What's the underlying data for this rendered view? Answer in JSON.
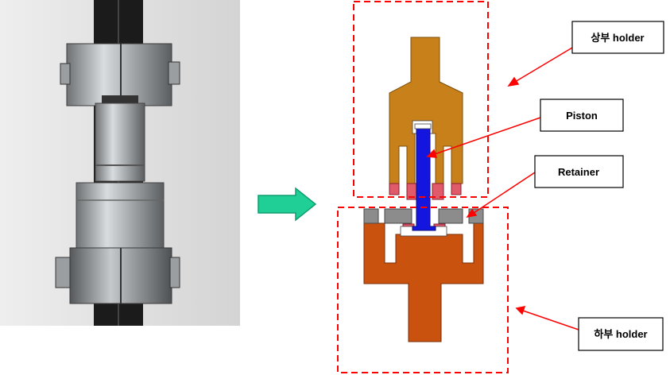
{
  "labels": {
    "upper_holder": "상부 holder",
    "piston": "Piston",
    "retainer": "Retainer",
    "lower_holder": "하부 holder"
  },
  "colors": {
    "upper_holder": "#c8811a",
    "lower_holder": "#c8520e",
    "piston": "#1515e0",
    "retainer": "#e05a6a",
    "grey_part": "#8c8c8c",
    "dashed_box": "#ff0000",
    "arrow": "#1fcf96"
  }
}
